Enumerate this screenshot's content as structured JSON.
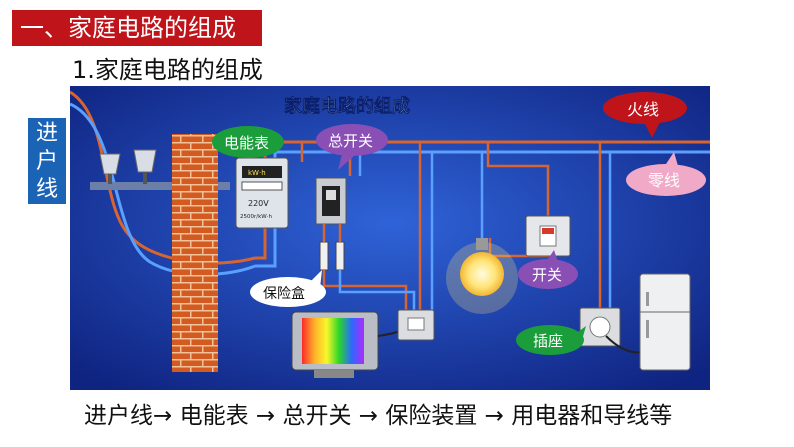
{
  "title": "一、家庭电路的组成",
  "subtitle": "1.家庭电路的组成",
  "side_label": [
    "进",
    "户",
    "线"
  ],
  "diagram": {
    "heading": "家庭电路的组成",
    "labels": {
      "live_wire": "火线",
      "neutral_wire": "零线",
      "meter": "电能表",
      "main_switch": "总开关",
      "fuse_box": "保险盒",
      "switch": "开关",
      "socket": "插座"
    },
    "meter_readout": {
      "unit_top": "kW·h",
      "voltage": "220V",
      "rating": "2500r/kW·h"
    }
  },
  "bottom_text": "进户线→ 电能表 → 总开关 → 保险装置 → 用电器和导线等",
  "colors": {
    "banner": "#c0141b",
    "side_label": "#1b63b5",
    "background_blue": "#1c3fb0",
    "live_wire": "#d8642f",
    "neutral_wire": "#5aa0ff"
  }
}
